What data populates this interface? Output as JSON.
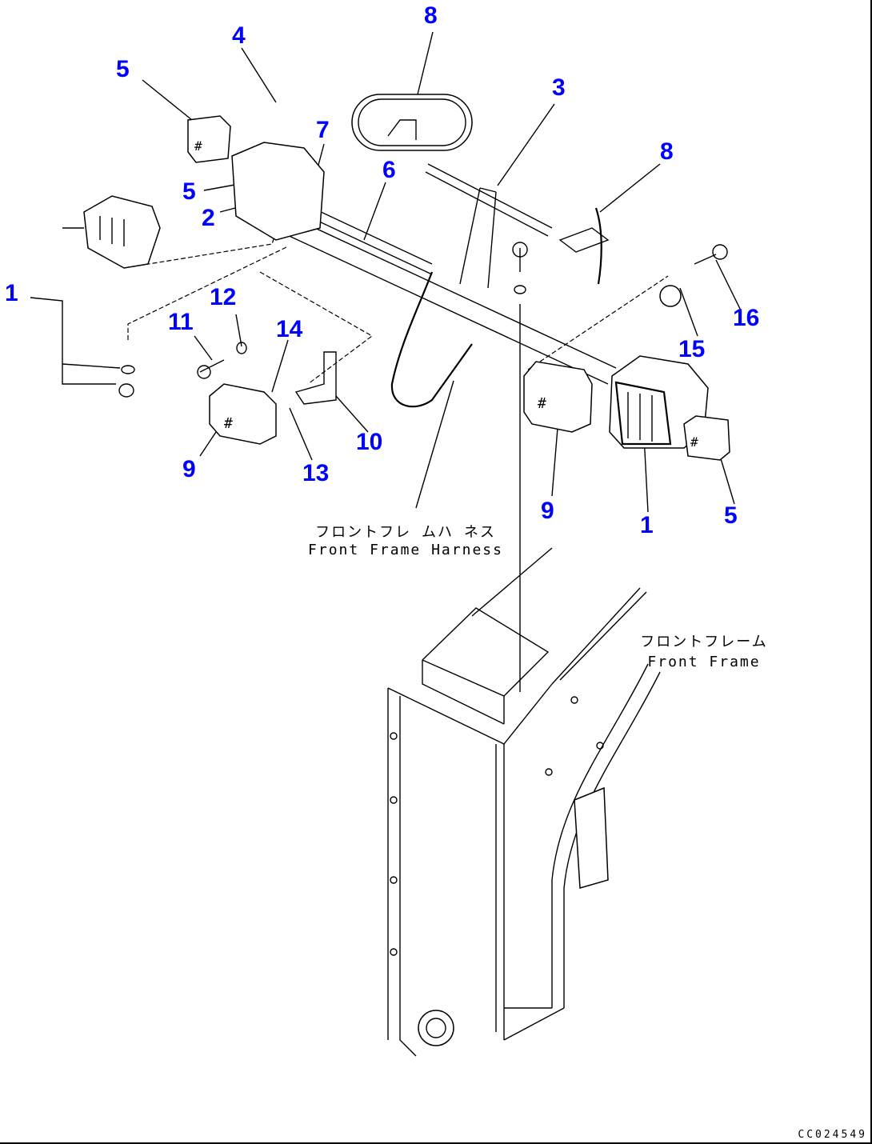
{
  "diagram": {
    "type": "exploded-parts-diagram",
    "accent_color": "#0000ff",
    "line_color": "#000000",
    "callouts": [
      {
        "id": "c8a",
        "label": "8"
      },
      {
        "id": "c4",
        "label": "4"
      },
      {
        "id": "c5a",
        "label": "5"
      },
      {
        "id": "c3",
        "label": "3"
      },
      {
        "id": "c7",
        "label": "7"
      },
      {
        "id": "c6",
        "label": "6"
      },
      {
        "id": "c8b",
        "label": "8"
      },
      {
        "id": "c5b",
        "label": "5"
      },
      {
        "id": "c2",
        "label": "2"
      },
      {
        "id": "c1a",
        "label": "1"
      },
      {
        "id": "c12",
        "label": "12"
      },
      {
        "id": "c11",
        "label": "11"
      },
      {
        "id": "c14",
        "label": "14"
      },
      {
        "id": "c16",
        "label": "16"
      },
      {
        "id": "c15",
        "label": "15"
      },
      {
        "id": "c10",
        "label": "10"
      },
      {
        "id": "c9a",
        "label": "9"
      },
      {
        "id": "c13",
        "label": "13"
      },
      {
        "id": "c9b",
        "label": "9"
      },
      {
        "id": "c1b",
        "label": "1"
      },
      {
        "id": "c5c",
        "label": "5"
      }
    ],
    "notes": {
      "harness_jp": "フロントフレ ムハ ネス",
      "harness_en": "Front Frame Harness",
      "frame_jp": "フロントフレーム",
      "frame_en": "Front Frame"
    },
    "drawing_code": "CC024549"
  }
}
